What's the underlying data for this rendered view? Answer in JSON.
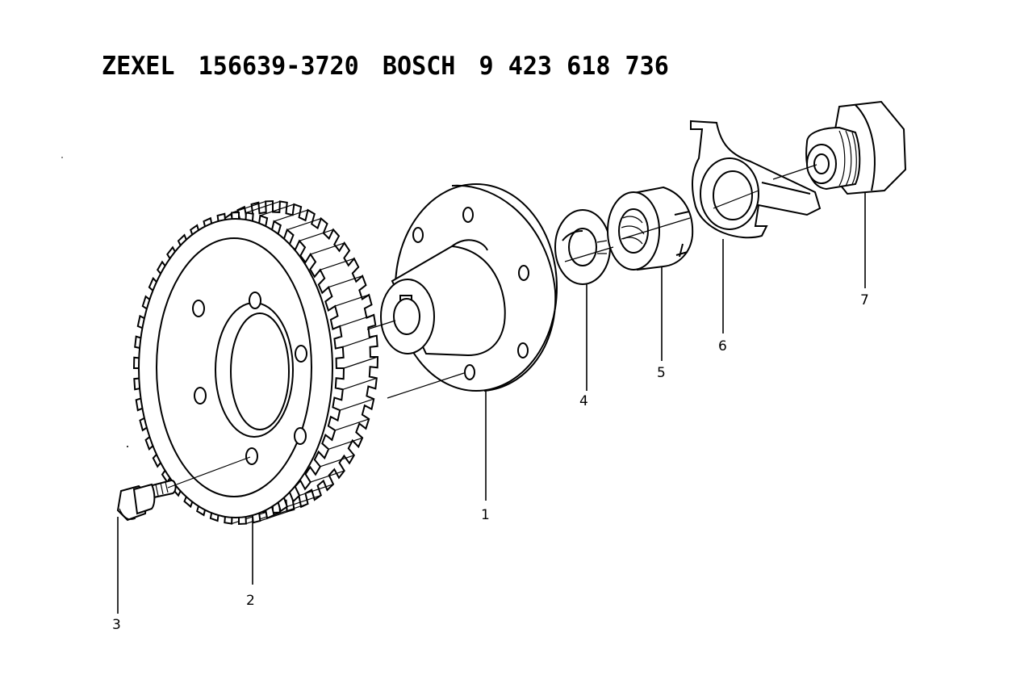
{
  "title": {
    "brand1": "ZEXEL",
    "part1": "156639-3720",
    "brand2": "BOSCH",
    "part2": "9 423 618 736"
  },
  "parts": [
    {
      "id": "1",
      "label": "1"
    },
    {
      "id": "2",
      "label": "2"
    },
    {
      "id": "3",
      "label": "3"
    },
    {
      "id": "4",
      "label": "4"
    },
    {
      "id": "5",
      "label": "5"
    },
    {
      "id": "6",
      "label": "6"
    },
    {
      "id": "7",
      "label": "7"
    }
  ]
}
